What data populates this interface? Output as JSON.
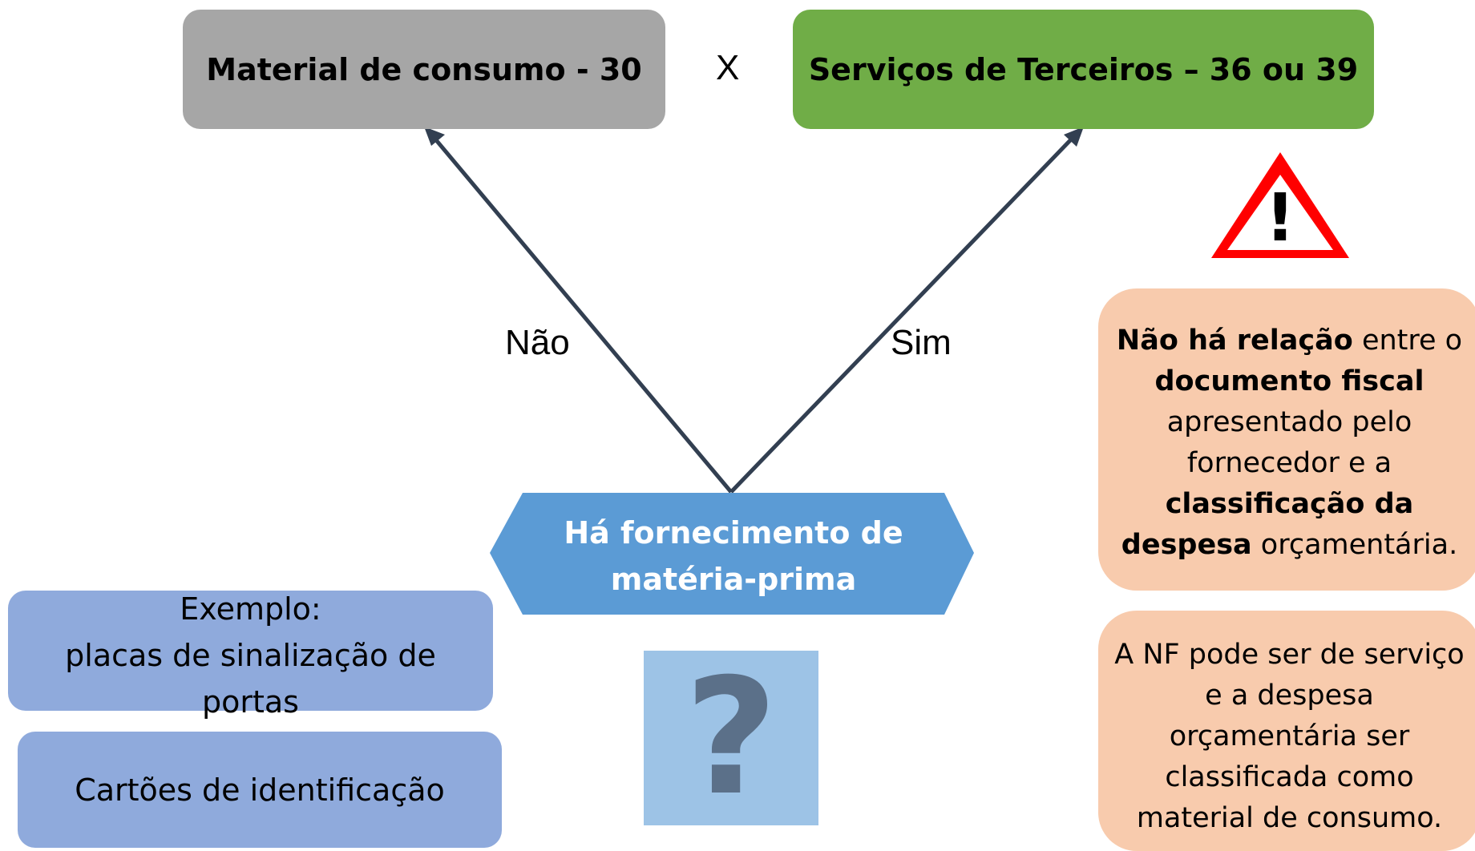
{
  "nodes": {
    "material": "Material de consumo - 30",
    "separator": "X",
    "servicos": "Serviços de Terceiros – 36 ou 39",
    "decision_line1": "Há fornecimento de",
    "decision_line2": "matéria-prima"
  },
  "edges": {
    "no_label": "Não",
    "yes_label": "Sim"
  },
  "warning": {
    "part1_bold": "Não há relação",
    "part2": " entre o ",
    "part3_bold": "documento fiscal",
    "part4": " apresentado pelo fornecedor e a ",
    "part5_bold": "classificação da despesa",
    "part6": " orçamentária."
  },
  "note": "A NF pode ser de serviço e a despesa orçamentária ser classificada como material de consumo.",
  "examples": {
    "line1": "Exemplo:",
    "line2": "placas de sinalização de",
    "line3": "portas",
    "cards": "Cartões de identificação"
  },
  "question": "?",
  "warning_icon": {
    "symbol": "!",
    "name": "warning-triangle-icon"
  },
  "colors": {
    "material": "#a6a6a6",
    "servicos": "#70ad47",
    "decision": "#5b9bd5",
    "arrow": "#323f51",
    "note_bg": "#f8cbad",
    "example_bg": "#8faadc",
    "warning_red": "#ff0000"
  }
}
